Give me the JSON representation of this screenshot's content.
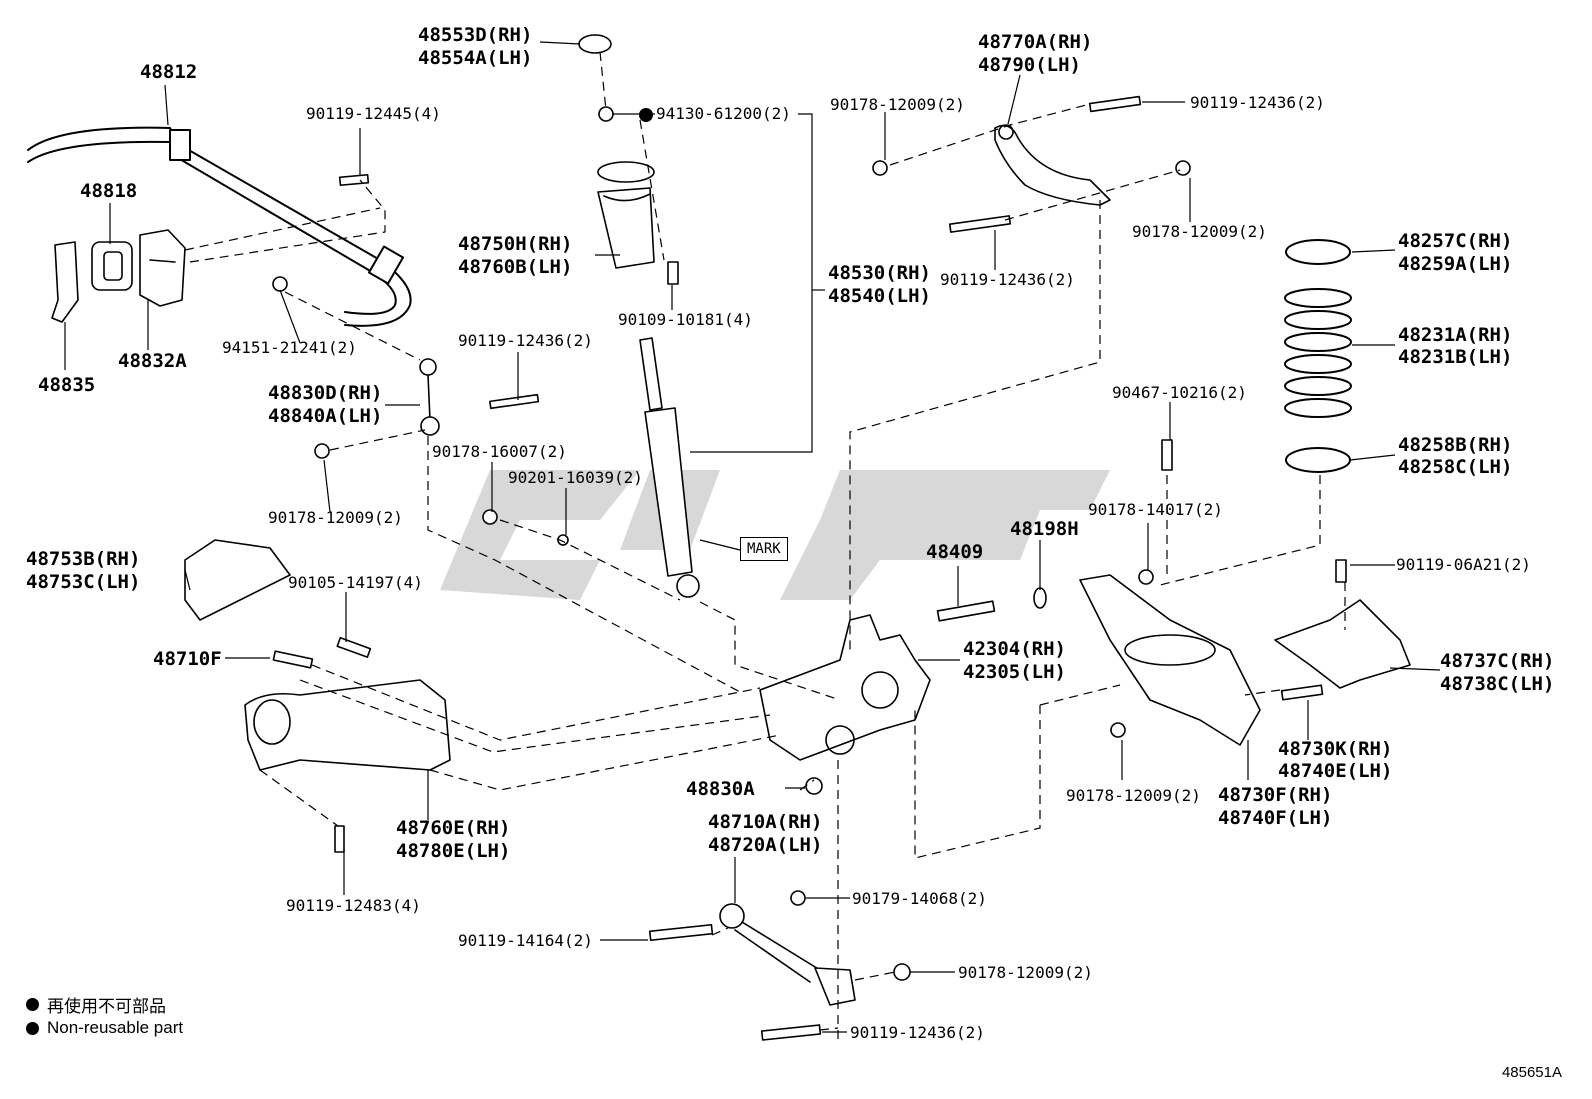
{
  "diagram_id": "485651A",
  "mark_label": "MARK",
  "legend": [
    {
      "icon": "filled-circle",
      "text": "再使用不可部品"
    },
    {
      "icon": "filled-circle",
      "text": "Non-reusable part"
    }
  ],
  "parts": {
    "p48553D": "48553D(RH)",
    "p48554A": "48554A(LH)",
    "p94130": "94130-61200(2)",
    "p48812": "48812",
    "p90119_12445": "90119-12445(4)",
    "p48818": "48818",
    "p48832A": "48832A",
    "p48835": "48835",
    "p94151": "94151-21241(2)",
    "p48750H": "48750H(RH)",
    "p48760B": "48760B(LH)",
    "p90109": "90109-10181(4)",
    "p48530": "48530(RH)",
    "p48540": "48540(LH)",
    "p90119_12436_a": "90119-12436(2)",
    "p48830D": "48830D(RH)",
    "p48840A": "48840A(LH)",
    "p90178_16007": "90178-16007(2)",
    "p90201": "90201-16039(2)",
    "p90178_12009_a": "90178-12009(2)",
    "p48753B": "48753B(RH)",
    "p48753C": "48753C(LH)",
    "p90105": "90105-14197(4)",
    "p48710F": "48710F",
    "p48760E": "48760E(RH)",
    "p48780E": "48780E(LH)",
    "p90119_12483": "90119-12483(4)",
    "p90178_12009_b": "90178-12009(2)",
    "p48770A": "48770A(RH)",
    "p48790": "48790(LH)",
    "p90119_12436_b": "90119-12436(2)",
    "p90178_12009_c": "90178-12009(2)",
    "p90119_12436_c": "90119-12436(2)",
    "p48257C": "48257C(RH)",
    "p48259A": "48259A(LH)",
    "p48231A": "48231A(RH)",
    "p48231B": "48231B(LH)",
    "p90467": "90467-10216(2)",
    "p48258B": "48258B(RH)",
    "p48258C": "48258C(LH)",
    "p90178_14017": "90178-14017(2)",
    "p48409": "48409",
    "p48198H": "48198H",
    "p90119_06A21": "90119-06A21(2)",
    "p42304": "42304(RH)",
    "p42305": "42305(LH)",
    "p48737C": "48737C(RH)",
    "p48738C": "48738C(LH)",
    "p48730K": "48730K(RH)",
    "p48740E": "48740E(LH)",
    "p48830A": "48830A",
    "p90178_12009_d": "90178-12009(2)",
    "p48730F": "48730F(RH)",
    "p48740F": "48740F(LH)",
    "p48710A": "48710A(RH)",
    "p48720A": "48720A(LH)",
    "p90179": "90179-14068(2)",
    "p90119_14164": "90119-14164(2)",
    "p90178_12009_e": "90178-12009(2)",
    "p90119_12436_d": "90119-12436(2)"
  }
}
